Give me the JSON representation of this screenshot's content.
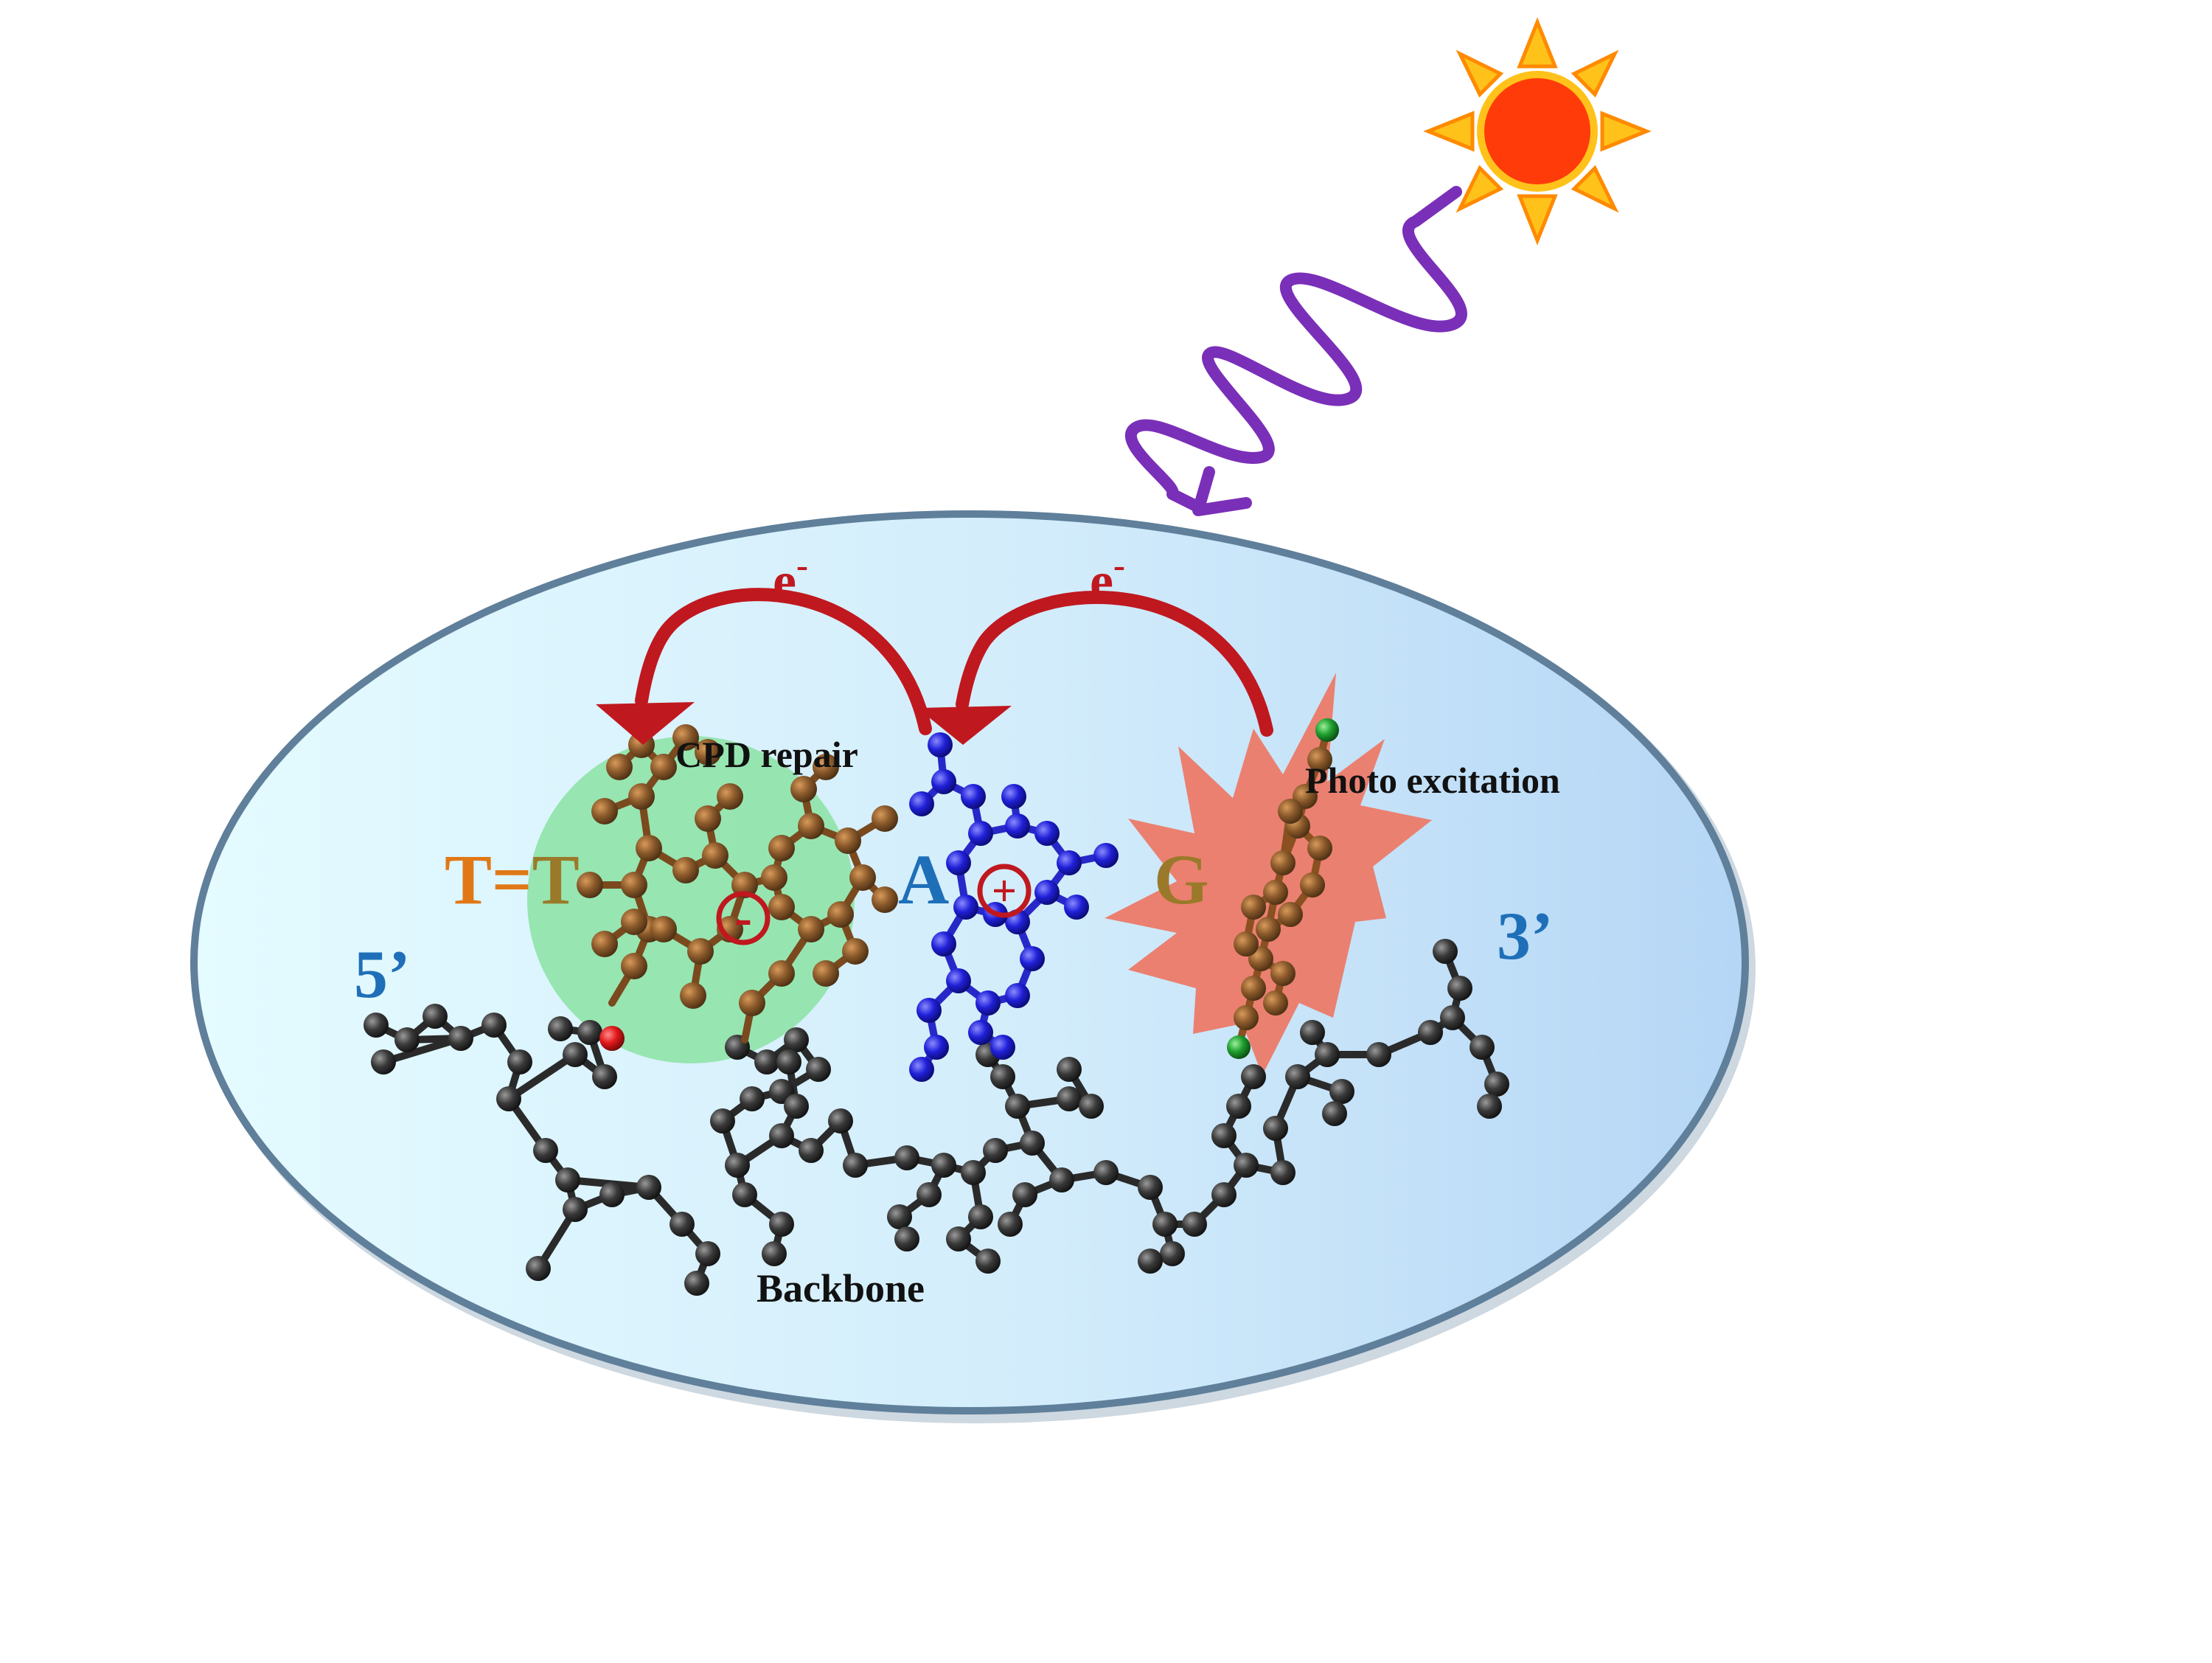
{
  "labels": {
    "electron_left": "e",
    "electron_left_sup": "-",
    "electron_right": "e",
    "electron_right_sup": "-",
    "cpd_repair": "CPD repair",
    "photo_excitation": "Photo excitation",
    "tt_dimer_t1": "T",
    "tt_dimer_eq": "=",
    "tt_dimer_t2": "T",
    "adenine": "A",
    "guanine": "G",
    "end_5": "5’",
    "end_3": "3’",
    "backbone": "Backbone",
    "anion_sign": "-",
    "cation_sign": "+"
  },
  "colors": {
    "ellipse_left": "#e4fbff",
    "ellipse_right": "#b5d6f5",
    "ellipse_border": "#5f7f9a",
    "electron_arrow": "#c0181f",
    "repair_zone": "#8fe3a8",
    "excitation_burst": "#ec7a68",
    "sun_core": "#ff3b0a",
    "sun_rays": "#ffc21a",
    "photon": "#7a2fb8",
    "backbone_atoms": "#2e2e2e",
    "dimer_atoms": "#8b5a2b",
    "adenine_atoms": "#2020d8",
    "guanine_atoms": "#a8642a",
    "oxygen_atoms": "#e01818",
    "green_atoms": "#1e9e2e",
    "label_t1": "#e07818",
    "label_t2": "#9a7a2a",
    "label_a": "#1e6fb8",
    "label_g": "#9a7a2a",
    "label_ends": "#1e6fb8",
    "label_text": "#111111"
  },
  "icons": {
    "sun": "sun-icon",
    "photon": "photon-wave-icon"
  }
}
